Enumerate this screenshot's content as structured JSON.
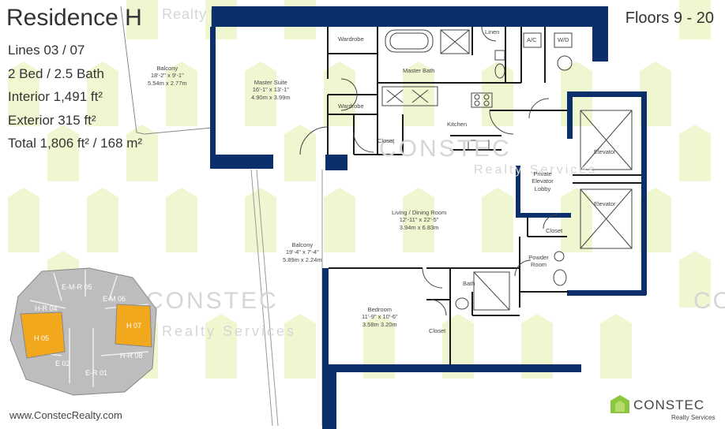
{
  "header": {
    "title": "Residence H",
    "lines": "Lines 03 / 07",
    "beds_baths": "2 Bed / 2.5 Bath",
    "interior": "Interior 1,491 ft²",
    "exterior": "Exterior 315 ft²",
    "total": "Total 1,806 ft² / 168 m²"
  },
  "floors": "Floors 9 - 20",
  "watermark": {
    "brand": "CONSTEC",
    "tagline": "Realty Services",
    "top_fragment": "Realty"
  },
  "rooms": {
    "balcony_left": {
      "name": "Balcony",
      "dim1": "18'-2\" x 9'-1\"",
      "dim2": "5.54m x 2.77m"
    },
    "master_suite": {
      "name": "Master Suite",
      "dim1": "16'-1\" x 13'-1\"",
      "dim2": "4.90m x 3.99m"
    },
    "wardrobe_top": "Wardrobe",
    "wardrobe_bottom": "Wardrobe",
    "master_bath": "Master Bath",
    "linen": "Linen",
    "ac": "A/C",
    "wd": "W/D",
    "closet_master": "Closet",
    "kitchen": "Kitchen",
    "elevator_top": "Elevator",
    "elevator_bottom": "Elevator",
    "private_lobby": "Private Elevator Lobby",
    "living": {
      "name": "Living / Dining Room",
      "dim1": "12'-11\" x 22'-5\"",
      "dim2": "3.94m x 6.83m"
    },
    "balcony_lower": {
      "name": "Balcony",
      "dim1": "19'-4\" x 7'-4\"",
      "dim2": "5.89m x 2.24m"
    },
    "closet_right": "Closet",
    "powder_room": "Powder Room",
    "bath": "Bath",
    "bedroom": {
      "name": "Bedroom",
      "dim1": "11'-9\" x 10'-6\"",
      "dim2": "3.58m 3.20m"
    },
    "closet_bedroom": "Closet"
  },
  "keyplan": {
    "units": [
      "E-M-R 05",
      "E-M 06",
      "H-R 04",
      "H 07",
      "H 05",
      "E 02",
      "H-R 08",
      "E-R 01"
    ],
    "highlight_color": "#f2a81d"
  },
  "footer": {
    "website": "www.ConstecRealty.com",
    "brand_name": "CONSTEC",
    "brand_sub": "Realty Services"
  },
  "colors": {
    "wall": "#0a2f6b",
    "green_pattern": "#eef7cc",
    "accent_green": "#8cc63f"
  }
}
